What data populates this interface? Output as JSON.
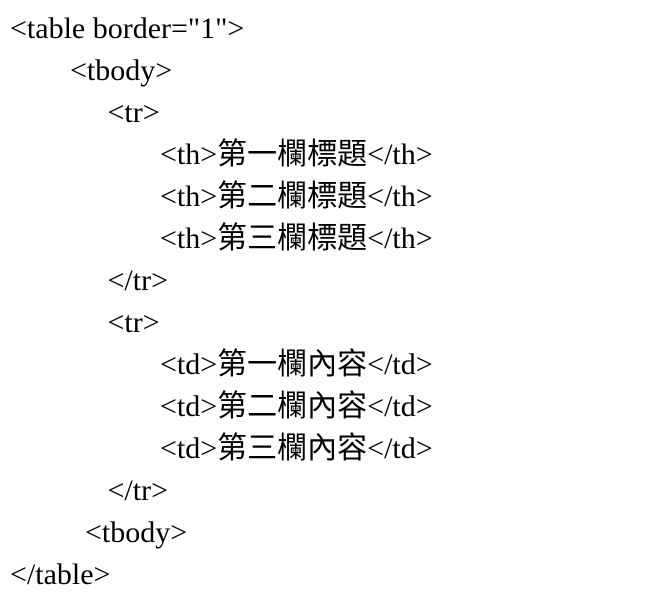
{
  "page": {
    "background_color": "#ffffff",
    "text_color": "#000000"
  },
  "code": {
    "lines": [
      "<table border=\"1\">",
      "        <tbody>",
      "             <tr>",
      "                    <th>第一欄標題</th>",
      "                    <th>第二欄標題</th>",
      "                    <th>第三欄標題</th>",
      "             </tr>",
      "             <tr>",
      "                    <td>第一欄內容</td>",
      "                    <td>第二欄內容</td>",
      "                    <td>第三欄內容</td>",
      "             </tr>",
      "          <tbody>",
      "</table>"
    ]
  }
}
